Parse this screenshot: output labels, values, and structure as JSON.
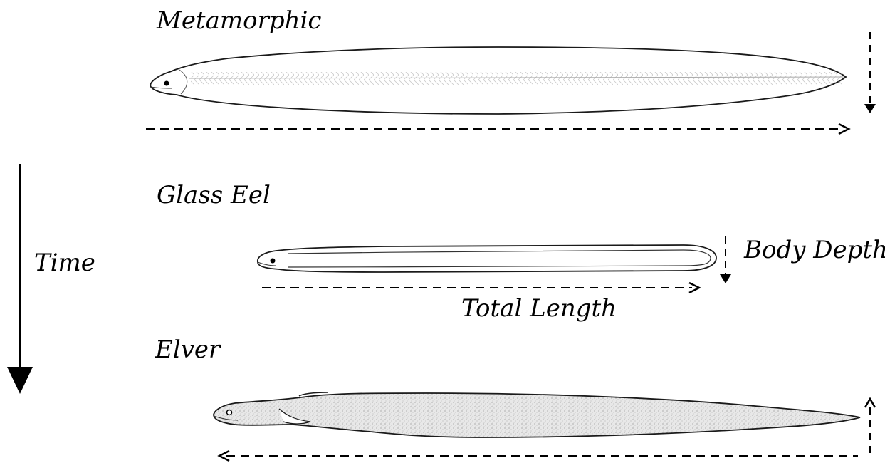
{
  "stages": {
    "metamorphic": "Metamorphic",
    "glass_eel": "Glass Eel",
    "elver": "Elver"
  },
  "axis": {
    "time": "Time"
  },
  "measurements": {
    "body_depth": "Body Depth",
    "total_length": "Total Length"
  },
  "colors": {
    "ink": "#000000",
    "outline": "#1a1a1a",
    "spine_hatch": "#bdbdbd",
    "elver_fill": "#e6e6e6"
  }
}
